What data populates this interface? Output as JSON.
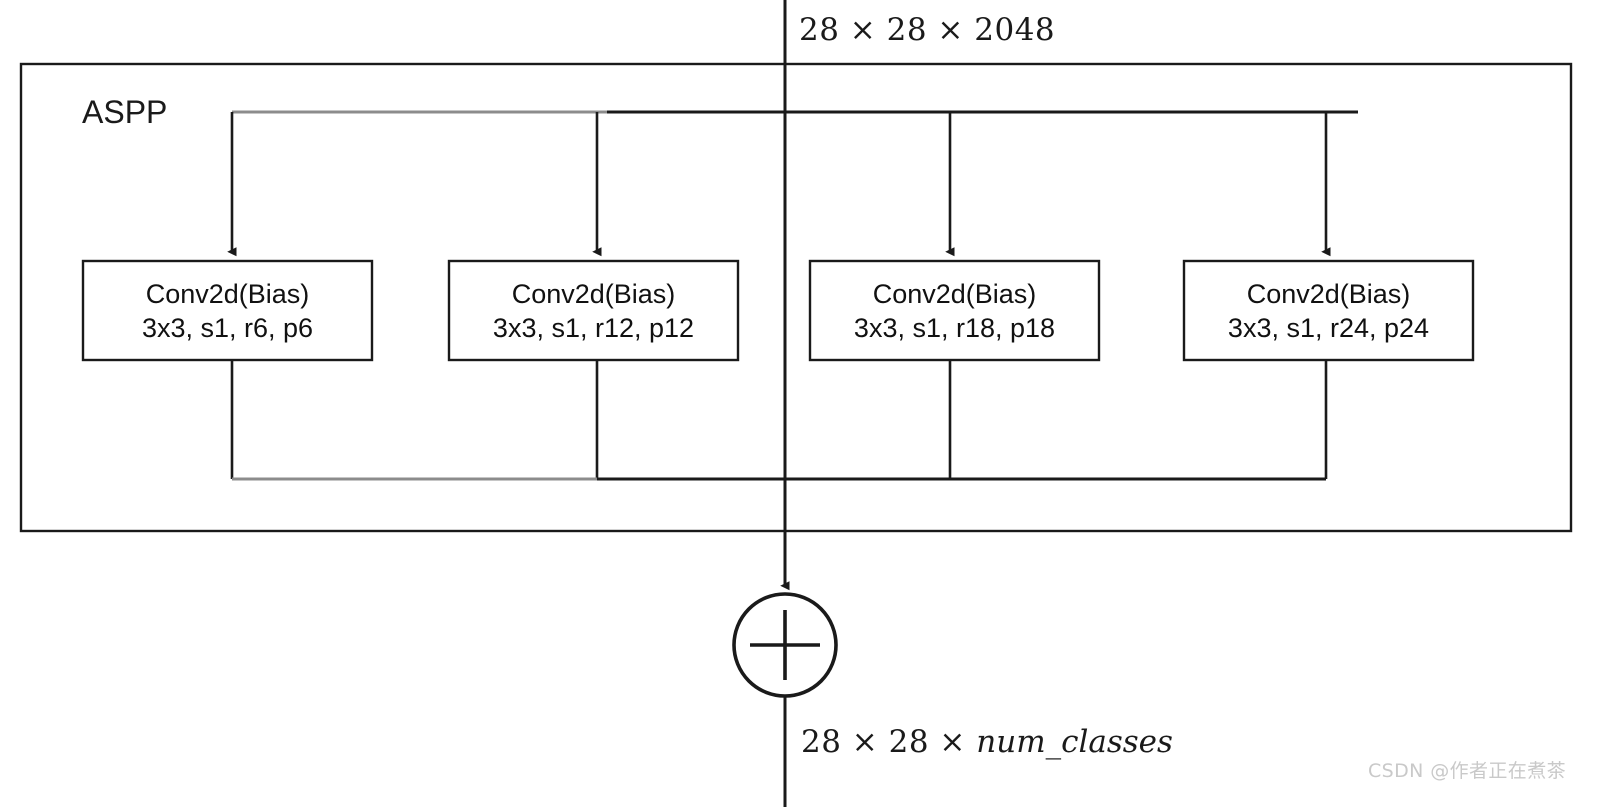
{
  "diagram": {
    "title": "ASPP",
    "top_label": "28 × 28 × 2048",
    "bottom_label_prefix": "28 × 28 × ",
    "bottom_label_italic": "num_classes",
    "sum_node": "+",
    "blocks": [
      {
        "line1": "Conv2d(Bias)",
        "line2": "3x3, s1, r6, p6"
      },
      {
        "line1": "Conv2d(Bias)",
        "line2": "3x3, s1, r12, p12"
      },
      {
        "line1": "Conv2d(Bias)",
        "line2": "3x3, s1, r18, p18"
      },
      {
        "line1": "Conv2d(Bias)",
        "line2": "3x3, s1, r24, p24"
      }
    ],
    "watermark": "CSDN @作者正在煮茶",
    "colors": {
      "stroke": "#1a1a1a",
      "stroke_light": "#8c8c8c",
      "background": "#ffffff",
      "text": "#111111",
      "watermark": "#c9c9c9"
    }
  }
}
